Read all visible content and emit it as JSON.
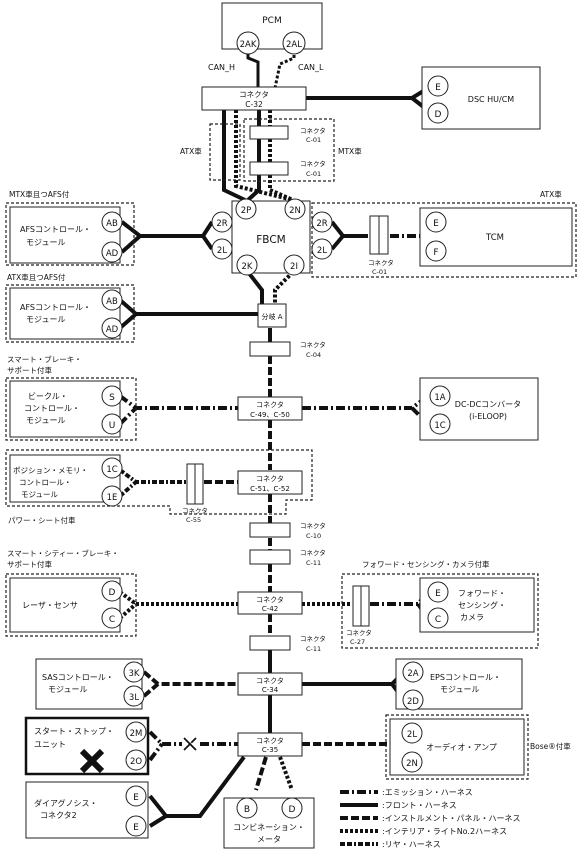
{
  "pcm": {
    "title": "PCM",
    "pin_h": "2AK",
    "pin_l": "2AL",
    "can_h": "CAN_H",
    "can_l": "CAN_L"
  },
  "c32": {
    "name": "コネクタ",
    "code": "C-32"
  },
  "dsc": {
    "title": "DSC HU/CM",
    "pin1": "E",
    "pin2": "D"
  },
  "atx_top": {
    "label": "ATX車"
  },
  "mtx_top": {
    "label": "MTX車"
  },
  "c01a": {
    "name": "コネクタ",
    "code": "C-01"
  },
  "c01b": {
    "name": "コネクタ",
    "code": "C-01"
  },
  "afs1": {
    "group": "MTX車且つAFS付",
    "title1": "AFSコントロール・",
    "title2": "モジュール",
    "pin1": "AB",
    "pin2": "AD"
  },
  "fbcm": {
    "title": "FBCM",
    "pin_2p": "2P",
    "pin_2n": "2N",
    "pin_2r_l": "2R",
    "pin_2l_l": "2L",
    "pin_2r_r": "2R",
    "pin_2l_r": "2L",
    "pin_2k": "2K",
    "pin_2i": "2I"
  },
  "tcm": {
    "group": "ATX車",
    "title": "TCM",
    "pin1": "E",
    "pin2": "F",
    "conn_name": "コネクタ",
    "conn_code": "C-01"
  },
  "afs2": {
    "group": "ATX車且つAFS付",
    "title1": "AFSコントロール・",
    "title2": "モジュール",
    "pin1": "AB",
    "pin2": "AD"
  },
  "split": {
    "label": "分岐 A"
  },
  "c04": {
    "name": "コネクタ",
    "code": "C-04"
  },
  "vehicle": {
    "group1": "スマート・ブレーキ・",
    "group2": "サポート付車",
    "title1": "ビークル・",
    "title2": "コントロール・",
    "title3": "モジュール",
    "pin1": "S",
    "pin2": "U"
  },
  "c4950": {
    "name": "コネクタ",
    "code": "C-49、C-50"
  },
  "dcdc": {
    "title1": "DC-DCコンバータ",
    "title2": "(i-ELOOP)",
    "pin1": "1A",
    "pin2": "1C"
  },
  "pos": {
    "title1": "ポジション・メモリ・",
    "title2": "コントロール・",
    "title3": "モジュール",
    "pin1": "1C",
    "pin2": "1E",
    "group": "パワー・シート付車",
    "conn_name": "コネクタ",
    "conn_code": "C-55"
  },
  "c5152": {
    "name": "コネクタ",
    "code": "C-51、C-52"
  },
  "c10": {
    "name": "コネクタ",
    "code": "C-10"
  },
  "c11a": {
    "name": "コネクタ",
    "code": "C-11"
  },
  "laser": {
    "group1": "スマート・シティー・ブレーキ・",
    "group2": "サポート付車",
    "title": "レーザ・センサ",
    "pin1": "D",
    "pin2": "C"
  },
  "c42": {
    "name": "コネクタ",
    "code": "C-42"
  },
  "fsc": {
    "group": "フォワード・センシング・カメラ付車",
    "title1": "フォワード・",
    "title2": "センシング・",
    "title3": "カメラ",
    "pin1": "E",
    "pin2": "C",
    "conn_name": "コネクタ",
    "conn_code": "C-27"
  },
  "c11b": {
    "name": "コネクタ",
    "code": "C-11"
  },
  "sas": {
    "title1": "SASコントロール・",
    "title2": "モジュール",
    "pin1": "3K",
    "pin2": "3L"
  },
  "c34": {
    "name": "コネクタ",
    "code": "C-34"
  },
  "eps": {
    "title1": "EPSコントロール・",
    "title2": "モジュール",
    "pin1": "2A",
    "pin2": "2D"
  },
  "ss": {
    "title1": "スタート・ストップ・",
    "title2": "ユニット",
    "pin1": "2M",
    "pin2": "2O"
  },
  "c35": {
    "name": "コネクタ",
    "code": "C-35"
  },
  "amp": {
    "title": "オーディオ・アンプ",
    "pin1": "2L",
    "pin2": "2N",
    "group": "Bose®付車"
  },
  "diag": {
    "title1": "ダイアグノシス・",
    "title2": "コネクタ2",
    "pin1": "E",
    "pin2": "E"
  },
  "combi": {
    "title1": "コンビネーション・",
    "title2": "メータ",
    "pin1": "B",
    "pin2": "D"
  },
  "legend": [
    {
      "label": ":エミッション・ハーネス"
    },
    {
      "label": ":フロント・ハーネス"
    },
    {
      "label": ":インストルメント・パネル・ハーネス"
    },
    {
      "label": ":インテリア・ライトNo.2ハーネス"
    },
    {
      "label": ":リヤ・ハーネス"
    }
  ]
}
